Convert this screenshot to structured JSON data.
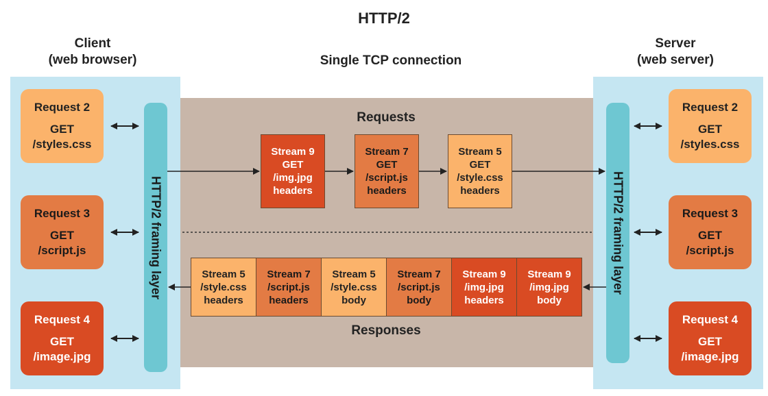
{
  "title": "HTTP/2",
  "client": {
    "label_line1": "Client",
    "label_line2": "(web browser)"
  },
  "server": {
    "label_line1": "Server",
    "label_line2": "(web server)"
  },
  "connection_label": "Single TCP connection",
  "framing_label": "HTTP/2 framing layer",
  "requests_label": "Requests",
  "responses_label": "Responses",
  "client_requests": [
    {
      "title": "Request 2",
      "line1": "GET",
      "line2": "/styles.css"
    },
    {
      "title": "Request 3",
      "line1": "GET",
      "line2": "/script.js"
    },
    {
      "title": "Request 4",
      "line1": "GET",
      "line2": "/image.jpg"
    }
  ],
  "server_requests": [
    {
      "title": "Request 2",
      "line1": "GET",
      "line2": "/styles.css"
    },
    {
      "title": "Request 3",
      "line1": "GET",
      "line2": "/script.js"
    },
    {
      "title": "Request 4",
      "line1": "GET",
      "line2": "/image.jpg"
    }
  ],
  "request_streams": [
    {
      "l1": "Stream 9",
      "l2": "GET",
      "l3": "/img.jpg",
      "l4": "headers"
    },
    {
      "l1": "Stream 7",
      "l2": "GET",
      "l3": "/script.js",
      "l4": "headers"
    },
    {
      "l1": "Stream 5",
      "l2": "GET",
      "l3": "/style.css",
      "l4": "headers"
    }
  ],
  "response_streams": [
    {
      "l1": "Stream 5",
      "l2": "/style.css",
      "l3": "headers"
    },
    {
      "l1": "Stream 7",
      "l2": "/script.js",
      "l3": "headers"
    },
    {
      "l1": "Stream 5",
      "l2": "/style.css",
      "l3": "body"
    },
    {
      "l1": "Stream 7",
      "l2": "/script.js",
      "l3": "body"
    },
    {
      "l1": "Stream 9",
      "l2": "/img.jpg",
      "l3": "headers"
    },
    {
      "l1": "Stream 9",
      "l2": "/img.jpg",
      "l3": "body"
    }
  ],
  "colors": {
    "light_orange": "#fbb36b",
    "mid_orange": "#e37b44",
    "dark_orange": "#d94b23",
    "side_panel": "#c5e6f2",
    "center_panel": "#c8b6a9",
    "framing_bar": "#6ec7d2"
  }
}
